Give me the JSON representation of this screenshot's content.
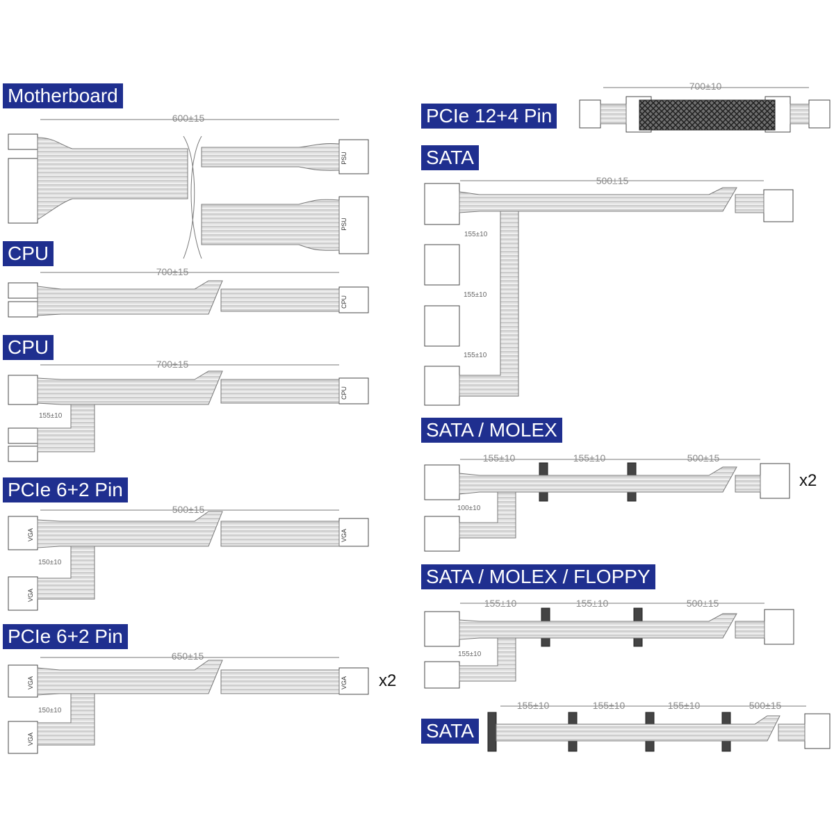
{
  "diagram": {
    "labels": {
      "motherboard": "Motherboard",
      "cpu_1": "CPU",
      "cpu_2": "CPU",
      "pcie_62_a": "PCIe 6+2 Pin",
      "pcie_62_b": "PCIe 6+2 Pin",
      "pcie_124": "PCIe 12+4 Pin",
      "sata_top": "SATA",
      "sata_molex": "SATA / MOLEX",
      "sata_molex_floppy": "SATA / MOLEX / FLOPPY",
      "sata_bottom": "SATA"
    },
    "measurements": {
      "motherboard_main": "600±15",
      "cpu_1_main": "700±15",
      "cpu_2_main": "700±15",
      "cpu_2_branch": "155±10",
      "pcie_62_a_main": "500±15",
      "pcie_62_a_branch": "150±10",
      "pcie_62_b_main": "650±15",
      "pcie_62_b_branch": "150±10",
      "pcie_124_main": "700±10",
      "sata_top_main": "500±15",
      "sata_top_branch_1": "155±10",
      "sata_top_branch_2": "155±10",
      "sata_top_branch_3": "155±10",
      "sata_molex_seg_1": "155±10",
      "sata_molex_seg_2": "155±10",
      "sata_molex_seg_3": "500±15",
      "sata_molex_branch": "100±10",
      "sata_molex_floppy_seg_1": "155±10",
      "sata_molex_floppy_seg_2": "155±10",
      "sata_molex_floppy_seg_3": "500±15",
      "sata_molex_floppy_branch": "155±10",
      "sata_bottom_seg_1": "155±10",
      "sata_bottom_seg_2": "155±10",
      "sata_bottom_seg_3": "155±10",
      "sata_bottom_seg_4": "500±15"
    },
    "multipliers": {
      "pcie_62_b": "x2",
      "sata_molex": "x2"
    },
    "connector_labels": {
      "motherboard_top": "PSU",
      "motherboard_bottom": "PSU",
      "cpu_1_end": "CPU",
      "cpu_2_end": "CPU",
      "pcie_62_a_end": "VGA",
      "pcie_62_b_end": "VGA",
      "pcie_62_a_left_1": "VGA",
      "pcie_62_a_left_2": "VGA",
      "pcie_62_b_left_1": "VGA",
      "pcie_62_b_left_2": "VGA"
    },
    "colors": {
      "label_bg": "#1f2f8f",
      "label_text": "#ffffff",
      "cable": "#9a9a9a",
      "line": "#555555",
      "dimension": "#8a8a8a",
      "connector_fill": "#ffffff"
    }
  }
}
